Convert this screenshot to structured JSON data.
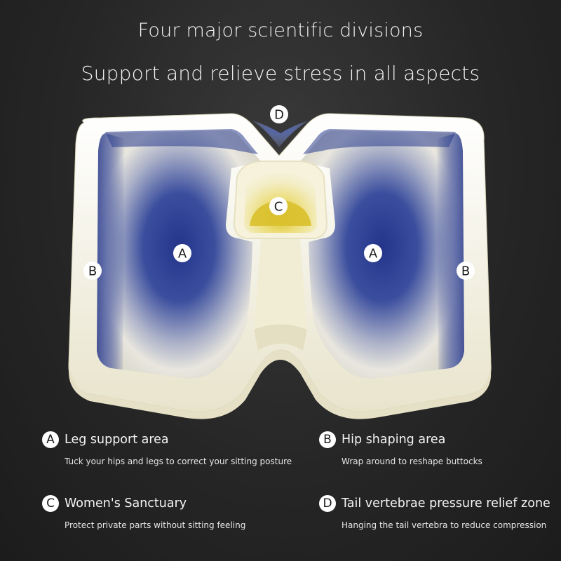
{
  "headline": {
    "line1": "Four major scientific divisions",
    "line2": "Support and relieve stress in all aspects"
  },
  "cushion": {
    "markers": {
      "a_left": "A",
      "a_right": "A",
      "b_left": "B",
      "b_right": "B",
      "c": "C",
      "d": "D"
    },
    "colors": {
      "foam": "#f3f0d9",
      "support_zone": "#2a3c8e",
      "sanctuary_zone": "#e3cc3a",
      "background": "#262626"
    }
  },
  "legend": {
    "items": [
      {
        "letter": "A",
        "title": "Leg support area",
        "description": "Tuck your hips and legs to correct your sitting posture"
      },
      {
        "letter": "B",
        "title": "Hip shaping area",
        "description": "Wrap around to reshape buttocks"
      },
      {
        "letter": "C",
        "title": "Women's Sanctuary",
        "description": "Protect private parts without sitting feeling"
      },
      {
        "letter": "D",
        "title": "Tail vertebrae pressure relief zone",
        "description": "Hanging the tail vertebra to reduce compression"
      }
    ]
  }
}
